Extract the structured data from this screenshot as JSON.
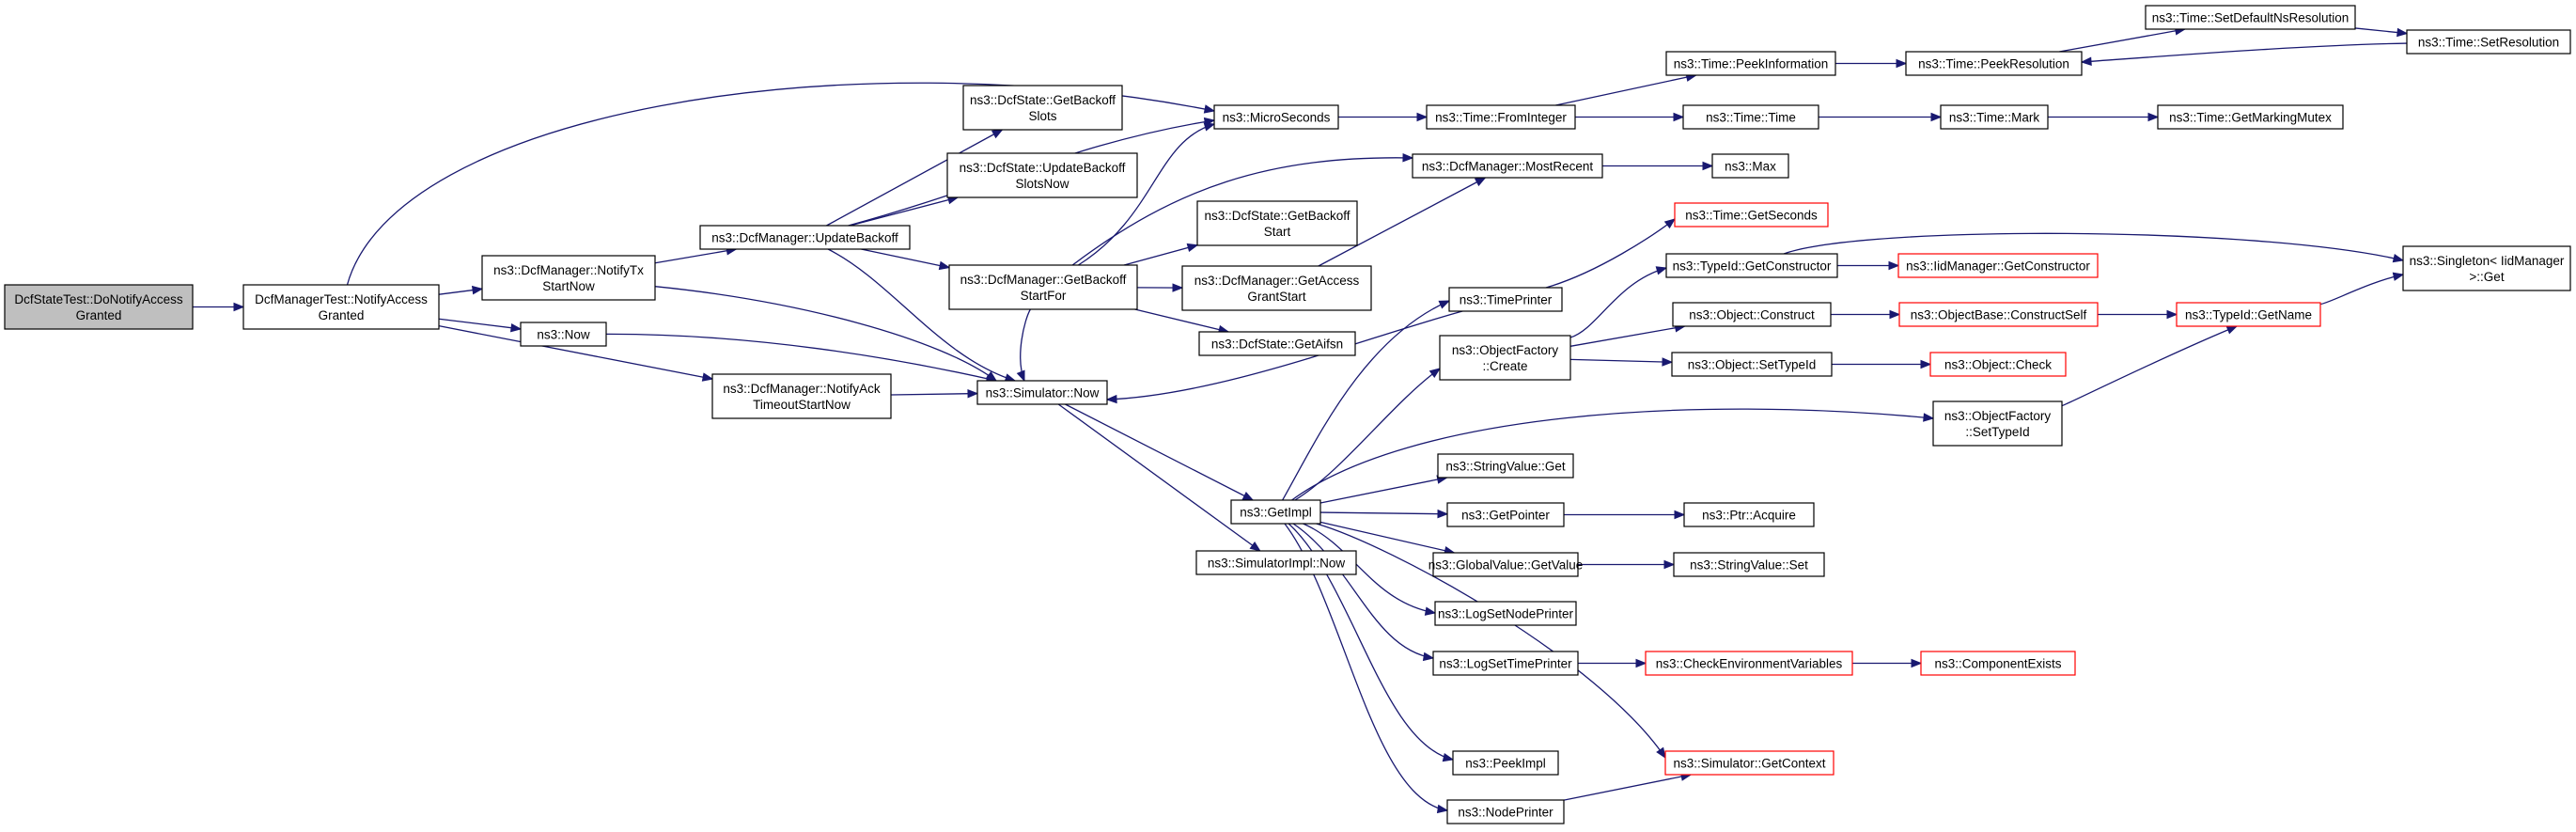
{
  "diagram": {
    "nodes": {
      "root": {
        "lines": [
          "DcfStateTest::DoNotifyAccess",
          "Granted"
        ],
        "fill": "#bfbfbf",
        "border": "#000000"
      },
      "dmt_nag": {
        "lines": [
          "DcfManagerTest::NotifyAccess",
          "Granted"
        ],
        "fill": "#ffffff",
        "border": "#000000"
      },
      "dm_ntx": {
        "lines": [
          "ns3::DcfManager::NotifyTx",
          "StartNow"
        ],
        "fill": "#ffffff",
        "border": "#000000"
      },
      "now": {
        "lines": [
          "ns3::Now"
        ],
        "fill": "#ffffff",
        "border": "#000000"
      },
      "dm_nack": {
        "lines": [
          "ns3::DcfManager::NotifyAck",
          "TimeoutStartNow"
        ],
        "fill": "#ffffff",
        "border": "#000000"
      },
      "dm_ub": {
        "lines": [
          "ns3::DcfManager::UpdateBackoff"
        ],
        "fill": "#ffffff",
        "border": "#000000"
      },
      "ds_gbs": {
        "lines": [
          "ns3::DcfState::GetBackoff",
          "Slots"
        ],
        "fill": "#ffffff",
        "border": "#000000"
      },
      "ds_ubs": {
        "lines": [
          "ns3::DcfState::UpdateBackoff",
          "SlotsNow"
        ],
        "fill": "#ffffff",
        "border": "#000000"
      },
      "dm_gbsf": {
        "lines": [
          "ns3::DcfManager::GetBackoff",
          "StartFor"
        ],
        "fill": "#ffffff",
        "border": "#000000"
      },
      "sim_now": {
        "lines": [
          "ns3::Simulator::Now"
        ],
        "fill": "#ffffff",
        "border": "#000000"
      },
      "micro": {
        "lines": [
          "ns3::MicroSeconds"
        ],
        "fill": "#ffffff",
        "border": "#000000"
      },
      "ds_gbst": {
        "lines": [
          "ns3::DcfState::GetBackoff",
          "Start"
        ],
        "fill": "#ffffff",
        "border": "#000000"
      },
      "dm_gags": {
        "lines": [
          "ns3::DcfManager::GetAccess",
          "GrantStart"
        ],
        "fill": "#ffffff",
        "border": "#000000"
      },
      "ds_aifsn": {
        "lines": [
          "ns3::DcfState::GetAifsn"
        ],
        "fill": "#ffffff",
        "border": "#000000"
      },
      "getimpl": {
        "lines": [
          "ns3::GetImpl"
        ],
        "fill": "#ffffff",
        "border": "#000000"
      },
      "simimpl_now": {
        "lines": [
          "ns3::SimulatorImpl::Now"
        ],
        "fill": "#ffffff",
        "border": "#000000"
      },
      "time_fi": {
        "lines": [
          "ns3::Time::FromInteger"
        ],
        "fill": "#ffffff",
        "border": "#000000"
      },
      "dm_mr": {
        "lines": [
          "ns3::DcfManager::MostRecent"
        ],
        "fill": "#ffffff",
        "border": "#000000"
      },
      "max": {
        "lines": [
          "ns3::Max"
        ],
        "fill": "#ffffff",
        "border": "#000000"
      },
      "time_pi": {
        "lines": [
          "ns3::Time::PeekInformation"
        ],
        "fill": "#ffffff",
        "border": "#000000"
      },
      "time_time": {
        "lines": [
          "ns3::Time::Time"
        ],
        "fill": "#ffffff",
        "border": "#000000"
      },
      "time_pr": {
        "lines": [
          "ns3::Time::PeekResolution"
        ],
        "fill": "#ffffff",
        "border": "#000000"
      },
      "time_mark": {
        "lines": [
          "ns3::Time::Mark"
        ],
        "fill": "#ffffff",
        "border": "#000000"
      },
      "time_sdnr": {
        "lines": [
          "ns3::Time::SetDefaultNsResolution"
        ],
        "fill": "#ffffff",
        "border": "#000000"
      },
      "time_sr": {
        "lines": [
          "ns3::Time::SetResolution"
        ],
        "fill": "#ffffff",
        "border": "#000000"
      },
      "time_gmm": {
        "lines": [
          "ns3::Time::GetMarkingMutex"
        ],
        "fill": "#ffffff",
        "border": "#000000"
      },
      "time_gs": {
        "lines": [
          "ns3::Time::GetSeconds"
        ],
        "fill": "#ffffff",
        "border": "#ff0000"
      },
      "timeprinter": {
        "lines": [
          "ns3::TimePrinter"
        ],
        "fill": "#ffffff",
        "border": "#000000"
      },
      "of_create": {
        "lines": [
          "ns3::ObjectFactory",
          "::Create"
        ],
        "fill": "#ffffff",
        "border": "#000000"
      },
      "typeid_gc": {
        "lines": [
          "ns3::TypeId::GetConstructor"
        ],
        "fill": "#ffffff",
        "border": "#000000"
      },
      "iidm_gc": {
        "lines": [
          "ns3::IidManager::GetConstructor"
        ],
        "fill": "#ffffff",
        "border": "#ff0000"
      },
      "singleton_get": {
        "lines": [
          "ns3::Singleton< IidManager",
          ">::Get"
        ],
        "fill": "#ffffff",
        "border": "#000000"
      },
      "obj_construct": {
        "lines": [
          "ns3::Object::Construct"
        ],
        "fill": "#ffffff",
        "border": "#000000"
      },
      "objbase_cs": {
        "lines": [
          "ns3::ObjectBase::ConstructSelf"
        ],
        "fill": "#ffffff",
        "border": "#ff0000"
      },
      "typeid_gn": {
        "lines": [
          "ns3::TypeId::GetName"
        ],
        "fill": "#ffffff",
        "border": "#ff0000"
      },
      "obj_settypeid": {
        "lines": [
          "ns3::Object::SetTypeId"
        ],
        "fill": "#ffffff",
        "border": "#000000"
      },
      "obj_check": {
        "lines": [
          "ns3::Object::Check"
        ],
        "fill": "#ffffff",
        "border": "#ff0000"
      },
      "of_settypeid": {
        "lines": [
          "ns3::ObjectFactory",
          "::SetTypeId"
        ],
        "fill": "#ffffff",
        "border": "#000000"
      },
      "sv_get": {
        "lines": [
          "ns3::StringValue::Get"
        ],
        "fill": "#ffffff",
        "border": "#000000"
      },
      "getpointer": {
        "lines": [
          "ns3::GetPointer"
        ],
        "fill": "#ffffff",
        "border": "#000000"
      },
      "ptr_acquire": {
        "lines": [
          "ns3::Ptr::Acquire"
        ],
        "fill": "#ffffff",
        "border": "#000000"
      },
      "gv_getvalue": {
        "lines": [
          "ns3::GlobalValue::GetValue"
        ],
        "fill": "#ffffff",
        "border": "#000000"
      },
      "sv_set": {
        "lines": [
          "ns3::StringValue::Set"
        ],
        "fill": "#ffffff",
        "border": "#000000"
      },
      "logsetnodeprinter": {
        "lines": [
          "ns3::LogSetNodePrinter"
        ],
        "fill": "#ffffff",
        "border": "#000000"
      },
      "logsettimeprinter": {
        "lines": [
          "ns3::LogSetTimePrinter"
        ],
        "fill": "#ffffff",
        "border": "#000000"
      },
      "checkenv": {
        "lines": [
          "ns3::CheckEnvironmentVariables"
        ],
        "fill": "#ffffff",
        "border": "#ff0000"
      },
      "compexists": {
        "lines": [
          "ns3::ComponentExists"
        ],
        "fill": "#ffffff",
        "border": "#ff0000"
      },
      "peekimpl": {
        "lines": [
          "ns3::PeekImpl"
        ],
        "fill": "#ffffff",
        "border": "#000000"
      },
      "sim_getcontext": {
        "lines": [
          "ns3::Simulator::GetContext"
        ],
        "fill": "#ffffff",
        "border": "#ff0000"
      },
      "nodeprinter": {
        "lines": [
          "ns3::NodePrinter"
        ],
        "fill": "#ffffff",
        "border": "#000000"
      }
    },
    "edges": [
      [
        "root",
        "dmt_nag"
      ],
      [
        "dmt_nag",
        "micro"
      ],
      [
        "dmt_nag",
        "dm_ntx"
      ],
      [
        "dmt_nag",
        "now"
      ],
      [
        "dmt_nag",
        "dm_nack"
      ],
      [
        "dm_ntx",
        "dm_ub"
      ],
      [
        "dm_ntx",
        "sim_now"
      ],
      [
        "now",
        "sim_now"
      ],
      [
        "dm_nack",
        "sim_now"
      ],
      [
        "dm_ub",
        "ds_gbs"
      ],
      [
        "dm_ub",
        "ds_ubs"
      ],
      [
        "dm_ub",
        "micro"
      ],
      [
        "dm_ub",
        "dm_gbsf"
      ],
      [
        "dm_ub",
        "sim_now"
      ],
      [
        "dm_gbsf",
        "micro"
      ],
      [
        "dm_gbsf",
        "dm_mr"
      ],
      [
        "dm_gbsf",
        "ds_gbst"
      ],
      [
        "dm_gbsf",
        "dm_gags"
      ],
      [
        "dm_gbsf",
        "ds_aifsn"
      ],
      [
        "dm_gbsf",
        "sim_now"
      ],
      [
        "dm_gags",
        "dm_mr"
      ],
      [
        "sim_now",
        "getimpl"
      ],
      [
        "sim_now",
        "simimpl_now"
      ],
      [
        "micro",
        "time_fi"
      ],
      [
        "time_fi",
        "time_pi"
      ],
      [
        "time_fi",
        "time_time"
      ],
      [
        "time_pi",
        "time_pr"
      ],
      [
        "time_pr",
        "time_sdnr"
      ],
      [
        "time_sdnr",
        "time_sr"
      ],
      [
        "time_sr",
        "time_pr"
      ],
      [
        "time_time",
        "time_mark"
      ],
      [
        "time_mark",
        "time_gmm"
      ],
      [
        "dm_mr",
        "max"
      ],
      [
        "timeprinter",
        "time_gs"
      ],
      [
        "timeprinter",
        "sim_now"
      ],
      [
        "getimpl",
        "timeprinter"
      ],
      [
        "getimpl",
        "of_create"
      ],
      [
        "getimpl",
        "of_settypeid"
      ],
      [
        "getimpl",
        "sv_get"
      ],
      [
        "getimpl",
        "getpointer"
      ],
      [
        "getimpl",
        "gv_getvalue"
      ],
      [
        "getimpl",
        "logsetnodeprinter"
      ],
      [
        "getimpl",
        "logsettimeprinter"
      ],
      [
        "getimpl",
        "peekimpl"
      ],
      [
        "getimpl",
        "sim_getcontext"
      ],
      [
        "getimpl",
        "nodeprinter"
      ],
      [
        "of_create",
        "typeid_gc"
      ],
      [
        "of_create",
        "obj_construct"
      ],
      [
        "of_create",
        "obj_settypeid"
      ],
      [
        "typeid_gc",
        "iidm_gc"
      ],
      [
        "typeid_gc",
        "singleton_get"
      ],
      [
        "obj_construct",
        "objbase_cs"
      ],
      [
        "objbase_cs",
        "typeid_gn"
      ],
      [
        "typeid_gn",
        "singleton_get"
      ],
      [
        "obj_settypeid",
        "obj_check"
      ],
      [
        "of_settypeid",
        "typeid_gn"
      ],
      [
        "getpointer",
        "ptr_acquire"
      ],
      [
        "gv_getvalue",
        "sv_set"
      ],
      [
        "logsettimeprinter",
        "checkenv"
      ],
      [
        "checkenv",
        "compexists"
      ],
      [
        "nodeprinter",
        "sim_getcontext"
      ]
    ]
  }
}
